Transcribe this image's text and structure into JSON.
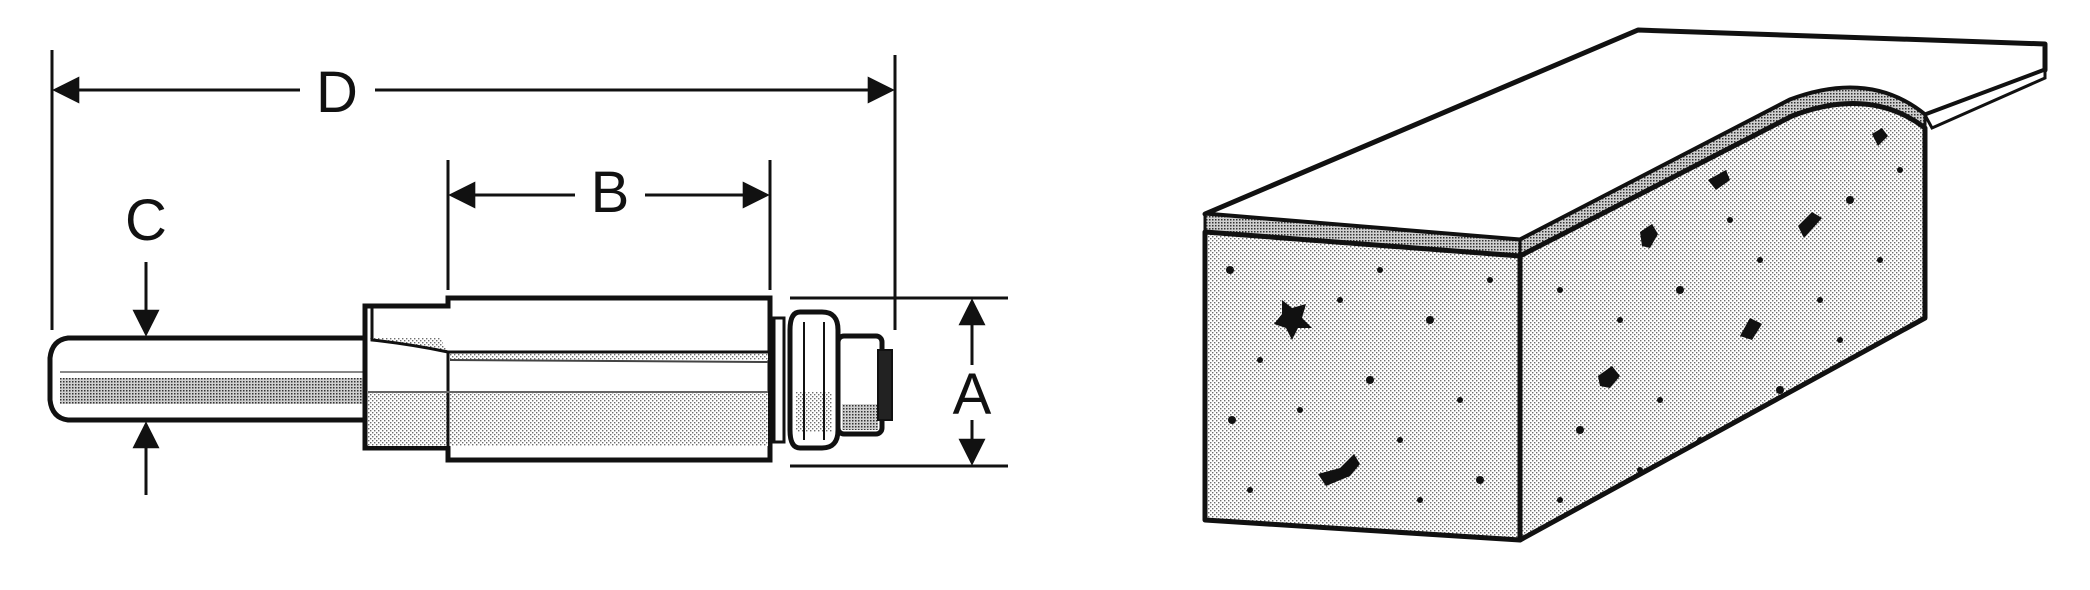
{
  "bit_drawing": {
    "dimension_labels": {
      "overall_length": "D",
      "cutting_length": "B",
      "shank_diameter": "C",
      "cutting_diameter": "A"
    }
  },
  "workpiece_drawing": {},
  "colors": {
    "ink": "#111111",
    "stipple": "#9a9a9a",
    "paper": "#ffffff"
  }
}
